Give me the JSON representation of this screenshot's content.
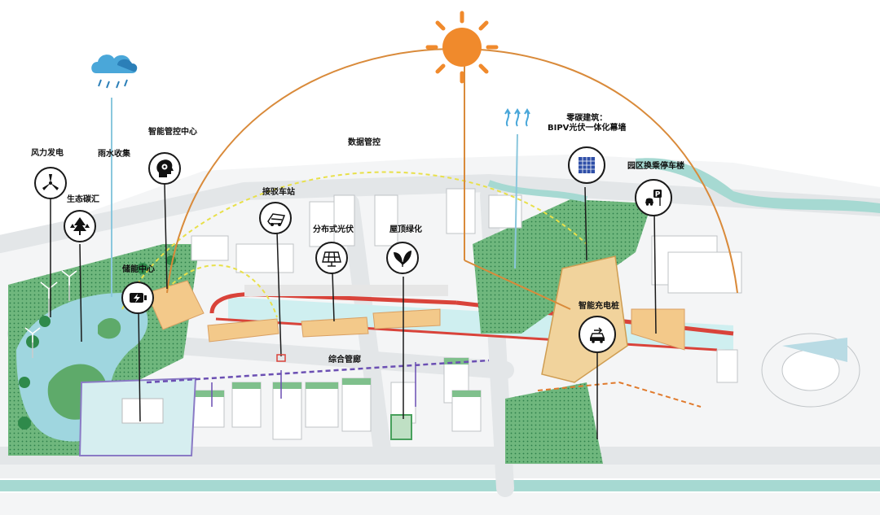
{
  "labels": {
    "wind_power": "风力发电",
    "eco_carbon_sink": "生态碳汇",
    "rainwater_collection": "雨水收集",
    "smart_control_center": "智能管控中心",
    "energy_storage_center": "储能中心",
    "transfer_station": "接驳车站",
    "distributed_pv": "分布式光伏",
    "roof_greening": "屋顶绿化",
    "data_control": "数据管控",
    "utility_tunnel": "综合管廊",
    "zero_carbon_building_line1": "零碳建筑：",
    "zero_carbon_building_line2": "BIPV光伏一体化幕墙",
    "park_transfer_parking": "园区换乘停车楼",
    "smart_charging_pile": "智能充电桩"
  },
  "colors": {
    "sun": "#f08a2c",
    "arc": "#d98a3a",
    "data_arc": "#e8e04a",
    "water": "#8fd3dc",
    "green": "#52a86a",
    "road": "#e9ecee",
    "red_track": "#d9433a",
    "tunnel": "#6b4fb3",
    "highlight": "#f3c98a",
    "canal": "#5fb3ae"
  },
  "icons": {
    "wind_power": "wind-turbine-icon",
    "eco_carbon_sink": "forest-icon",
    "rainwater_collection": "rain-cloud-icon",
    "smart_control_center": "head-gear-icon",
    "energy_storage_center": "battery-charge-icon",
    "transfer_station": "shuttle-bus-icon",
    "distributed_pv": "solar-panel-icon",
    "roof_greening": "leaf-icon",
    "zero_carbon_building": "bipv-facade-icon",
    "park_transfer_parking": "parking-icon",
    "smart_charging_pile": "ev-charging-icon",
    "sun": "sun-icon",
    "heat": "heat-waves-icon"
  }
}
